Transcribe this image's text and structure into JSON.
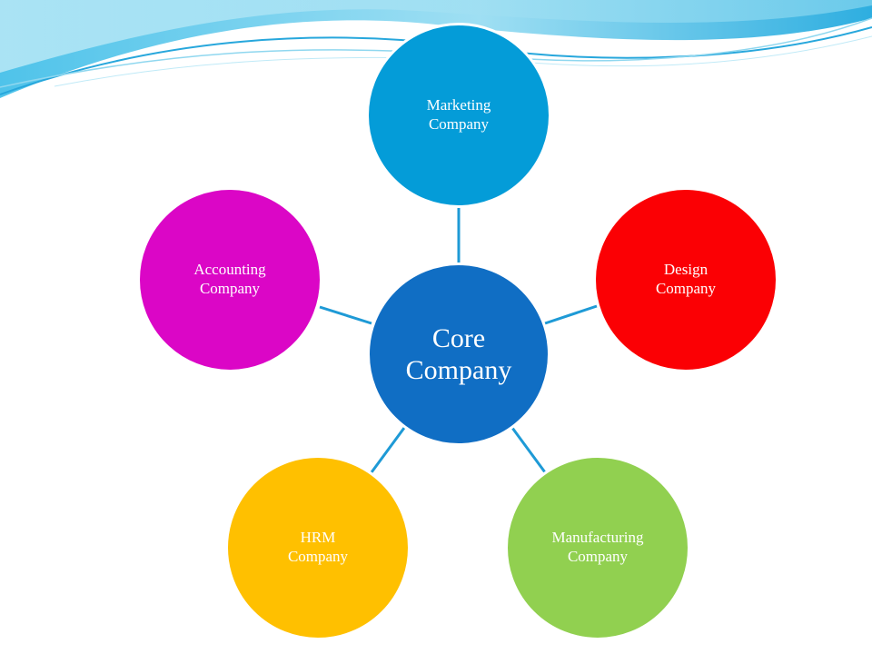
{
  "diagram": {
    "core": {
      "label": "Core\nCompany",
      "color": "#106ec4"
    },
    "satellites": [
      {
        "id": "marketing",
        "label": "Marketing\nCompany",
        "color": "#049cd8"
      },
      {
        "id": "design",
        "label": "Design\nCompany",
        "color": "#fb0004"
      },
      {
        "id": "manufacturing",
        "label": "Manufacturing\nCompany",
        "color": "#91d050"
      },
      {
        "id": "hrm",
        "label": "HRM\nCompany",
        "color": "#ffc000"
      },
      {
        "id": "accounting",
        "label": "Accounting\nCompany",
        "color": "#db06c6"
      }
    ],
    "connector_color": "#1e9ad6"
  },
  "decoration": {
    "wave_colors": [
      "#1aa0d8",
      "#7fd3ee",
      "#bfe9f6"
    ]
  }
}
